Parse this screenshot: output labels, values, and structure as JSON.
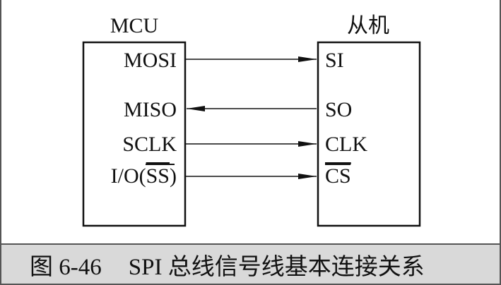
{
  "mcu": {
    "title": "MCU",
    "pins": [
      "MOSI",
      "MISO",
      "SCLK"
    ],
    "ss_prefix": "I/O(",
    "ss_bar": "SS",
    "ss_suffix": ")"
  },
  "slave": {
    "title": "从机",
    "pins": [
      "SI",
      "SO",
      "CLK"
    ],
    "cs_bar": "CS"
  },
  "caption": {
    "number": "图 6-46",
    "title": "SPI 总线信号线基本连接关系"
  }
}
